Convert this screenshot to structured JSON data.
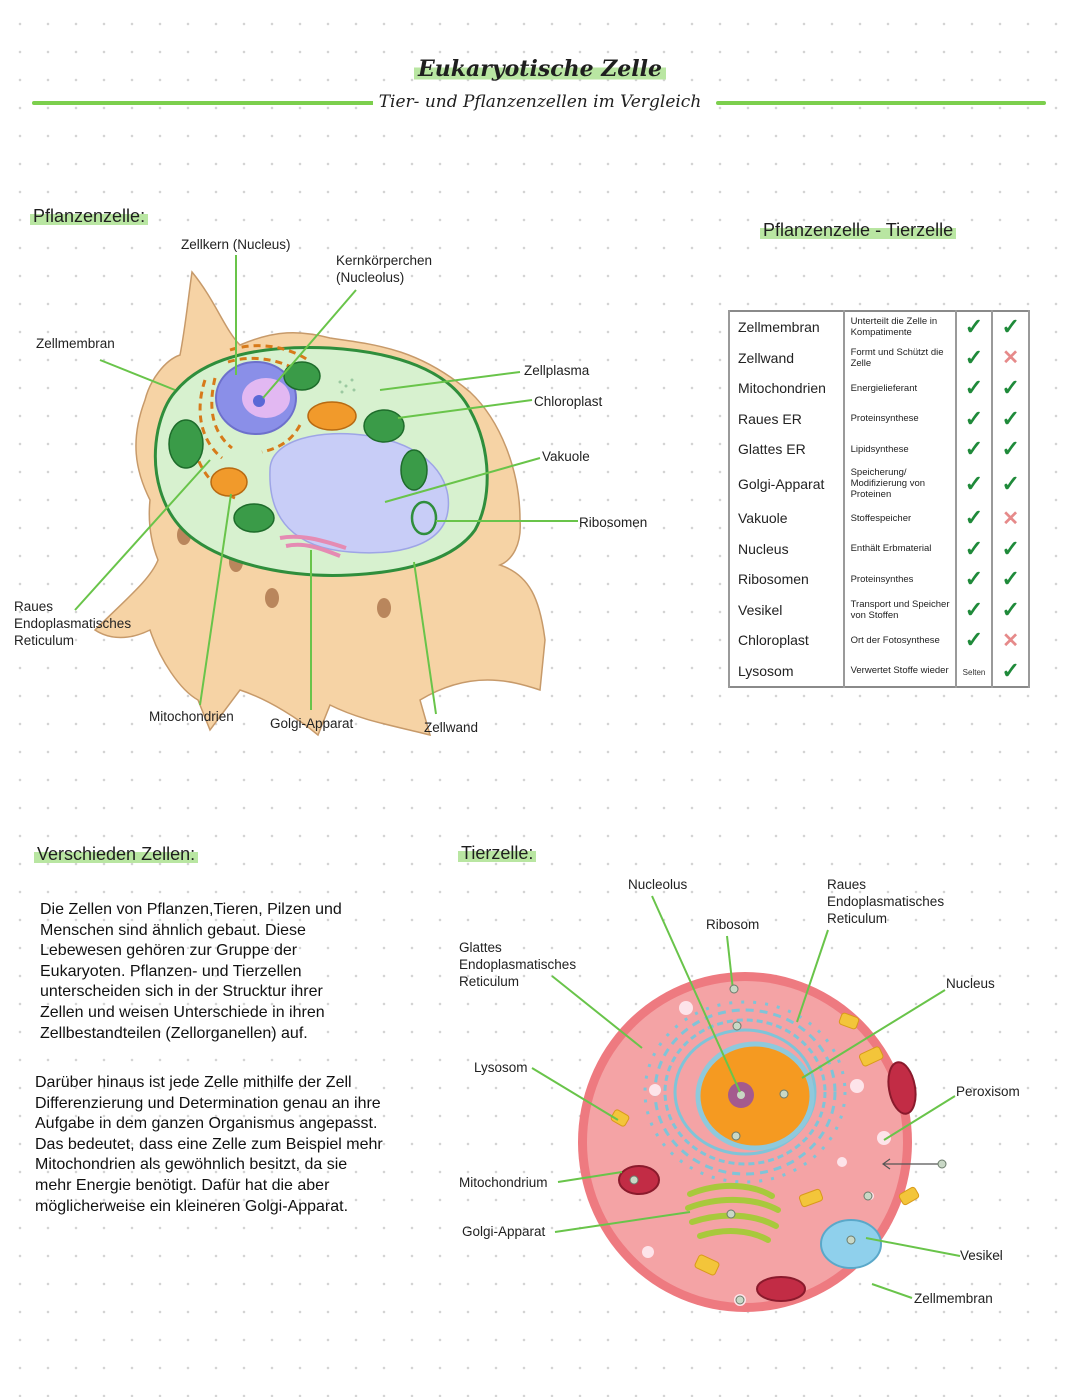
{
  "header": {
    "title": "Eukaryotische Zelle",
    "subtitle": "Tier- und Pflanzenzellen im Vergleich"
  },
  "plant_cell": {
    "heading": "Pflanzenzelle:",
    "labels": {
      "nucleus": "Zellkern (Nucleus)",
      "nucleolus": "Kernkörperchen\n(Nucleolus)",
      "membrane": "Zellmembran",
      "cytoplasm": "Zellplasma",
      "chloroplast": "Chloroplast",
      "vacuole": "Vakuole",
      "ribosomes": "Ribosomen",
      "rough_er": "Raues\nEndoplasmatisches\nReticulum",
      "mitochondria": "Mitochondrien",
      "golgi": "Golgi-Apparat",
      "cell_wall": "Zellwand"
    }
  },
  "comparison": {
    "heading": "Pflanzenzelle - Tierzelle",
    "rows": [
      {
        "organelle": "Zellmembran",
        "function": "Unterteilt die Zelle in Kompatimente",
        "plant": "yes",
        "animal": "yes"
      },
      {
        "organelle": "Zellwand",
        "function": "Formt und Schützt die Zelle",
        "plant": "yes",
        "animal": "no"
      },
      {
        "organelle": "Mitochondrien",
        "function": "Energielieferant",
        "plant": "yes",
        "animal": "yes"
      },
      {
        "organelle": "Raues ER",
        "function": "Proteinsynthese",
        "plant": "yes",
        "animal": "yes"
      },
      {
        "organelle": "Glattes ER",
        "function": "Lipidsynthese",
        "plant": "yes",
        "animal": "yes"
      },
      {
        "organelle": "Golgi-Apparat",
        "function": "Speicherung/ Modifizierung von Proteinen",
        "plant": "yes",
        "animal": "yes"
      },
      {
        "organelle": "Vakuole",
        "function": "Stoffespeicher",
        "plant": "yes",
        "animal": "no"
      },
      {
        "organelle": "Nucleus",
        "function": "Enthält Erbmaterial",
        "plant": "yes",
        "animal": "yes"
      },
      {
        "organelle": "Ribosomen",
        "function": "Proteinsynthes",
        "plant": "yes",
        "animal": "yes"
      },
      {
        "organelle": "Vesikel",
        "function": "Transport und Speicher von Stoffen",
        "plant": "yes",
        "animal": "yes"
      },
      {
        "organelle": "Chloroplast",
        "function": "Ort der Fotosynthese",
        "plant": "yes",
        "animal": "no"
      },
      {
        "organelle": "Lysosom",
        "function": "Verwertet Stoffe wieder",
        "plant": "Selten",
        "animal": "yes"
      }
    ]
  },
  "different_cells": {
    "heading": "Verschieden Zellen:",
    "paragraph1": "Die Zellen von Pflanzen,Tieren, Pilzen und\nMenschen sind ähnlich gebaut. Diese\nLebewesen gehören zur Gruppe der\nEukaryoten. Pflanzen- und Tierzellen\nunterscheiden sich in der Strucktur ihrer\nZellen und weisen Unterschiede in ihren\nZellbestandteilen (Zellorganellen) auf.",
    "paragraph2": "Darüber hinaus ist jede Zelle mithilfe der Zell\nDifferenzierung und Determination genau an ihre\nAufgabe in dem ganzen Organismus angepasst.\nDas bedeutet, dass eine Zelle zum Beispiel mehr\nMitochondrien als gewöhnlich besitzt, da sie\nmehr Energie benötigt. Dafür hat die aber\nmöglicherweise ein kleineren Golgi-Apparat."
  },
  "animal_cell": {
    "heading": "Tierzelle:",
    "labels": {
      "nucleolus": "Nucleolus",
      "ribosome": "Ribosom",
      "rough_er": "Raues\nEndoplasmatisches\nReticulum",
      "smooth_er": "Glattes\nEndoplasmatisches\nReticulum",
      "nucleus": "Nucleus",
      "lysosome": "Lysosom",
      "peroxisome": "Peroxisom",
      "mitochondrion": "Mitochondrium",
      "golgi": "Golgi-Apparat",
      "vesicle": "Vesikel",
      "membrane": "Zellmembran"
    }
  },
  "colors": {
    "accent_green": "#7ccf4d",
    "highlight": "#b9e6a2",
    "check": "#1f8a3a",
    "cross": "#e68a8a"
  }
}
